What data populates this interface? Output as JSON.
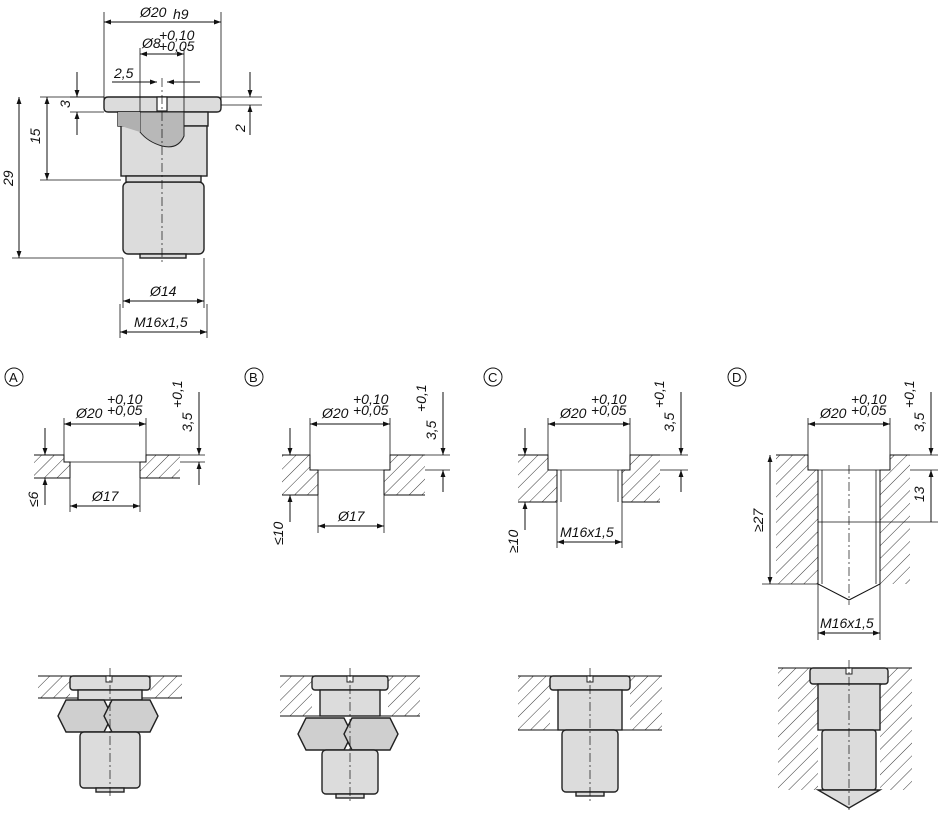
{
  "main_drawing": {
    "d_head": "Ø20",
    "d_head_tol": "h9",
    "d_bore": "Ø8",
    "d_bore_tol_upper": "+0,10",
    "d_bore_tol_lower": "+0,05",
    "slot_width": "2,5",
    "head_height": "3",
    "collar": "2",
    "len_15": "15",
    "len_29": "29",
    "d_pin": "Ø14",
    "thread": "M16x1,5"
  },
  "variants": [
    {
      "label": "A",
      "d_recess": "Ø20",
      "tol_upper": "+0,10",
      "tol_lower": "+0,05",
      "depth": "3,5",
      "depth_tol": "+0,1",
      "plate": "≤6",
      "bore": "Ø17"
    },
    {
      "label": "B",
      "d_recess": "Ø20",
      "tol_upper": "+0,10",
      "tol_lower": "+0,05",
      "depth": "3,5",
      "depth_tol": "+0,1",
      "plate": "≤10",
      "bore": "Ø17"
    },
    {
      "label": "C",
      "d_recess": "Ø20",
      "tol_upper": "+0,10",
      "tol_lower": "+0,05",
      "depth": "3,5",
      "depth_tol": "+0,1",
      "plate": "≥10",
      "bore": "M16x1,5"
    },
    {
      "label": "D",
      "d_recess": "Ø20",
      "tol_upper": "+0,10",
      "tol_lower": "+0,05",
      "depth": "3,5",
      "depth_tol": "+0,1",
      "plate": "≥27",
      "bore": "M16x1,5",
      "thread_len": "13"
    }
  ]
}
